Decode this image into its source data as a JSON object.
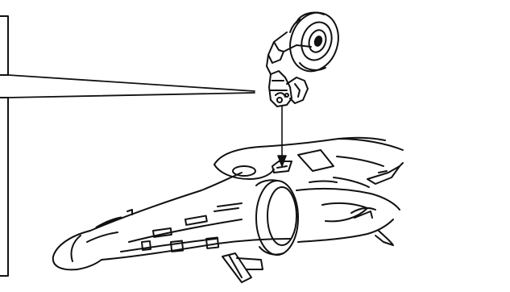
{
  "figure": {
    "stroke_color": "#111111",
    "background_color": "#ffffff",
    "parts": [
      "callout-box",
      "leader-lines",
      "landing-gear-assembly",
      "installation-arrow",
      "aircraft-fuselage"
    ]
  }
}
